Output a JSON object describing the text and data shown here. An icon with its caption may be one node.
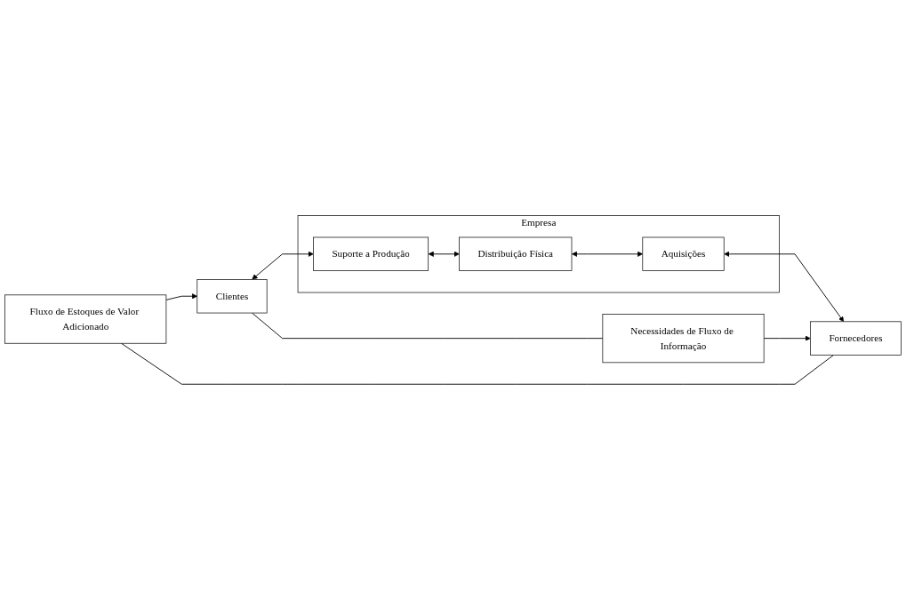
{
  "diagram": {
    "nodes": [
      {
        "text": [
          "Fluxo de Estoques de Valor Adicionado"
        ]
      },
      {
        "text": [
          "Empresa"
        ]
      },
      {
        "text": [
          "Clientes"
        ]
      },
      {
        "text": [
          "Suporte a Produção"
        ],
        "in": 1
      },
      {
        "text": [
          "Distribuição Física"
        ],
        "in": 1
      },
      {
        "text": [
          "Aquisições"
        ],
        "in": 1
      },
      {
        "text": [
          "Fornecedores"
        ]
      },
      {
        "text": [
          "Necessidades de Fluxo de Informação"
        ]
      }
    ],
    "edges": [
      {
        "from": 6,
        "to": 0,
        "arrow": "none"
      },
      {
        "from": 0,
        "to": 2,
        "arrow": "to"
      },
      {
        "from": 2,
        "to": 3,
        "arrow": "both"
      },
      {
        "from": 3,
        "to": 4,
        "arrow": "both"
      },
      {
        "from": 4,
        "to": 5,
        "arrow": "both"
      },
      {
        "from": 5,
        "to": 6,
        "arrow": "both"
      },
      {
        "from": 2,
        "to": 7,
        "arrow": "none"
      },
      {
        "from": 7,
        "to": 6,
        "arrow": "to"
      }
    ]
  }
}
